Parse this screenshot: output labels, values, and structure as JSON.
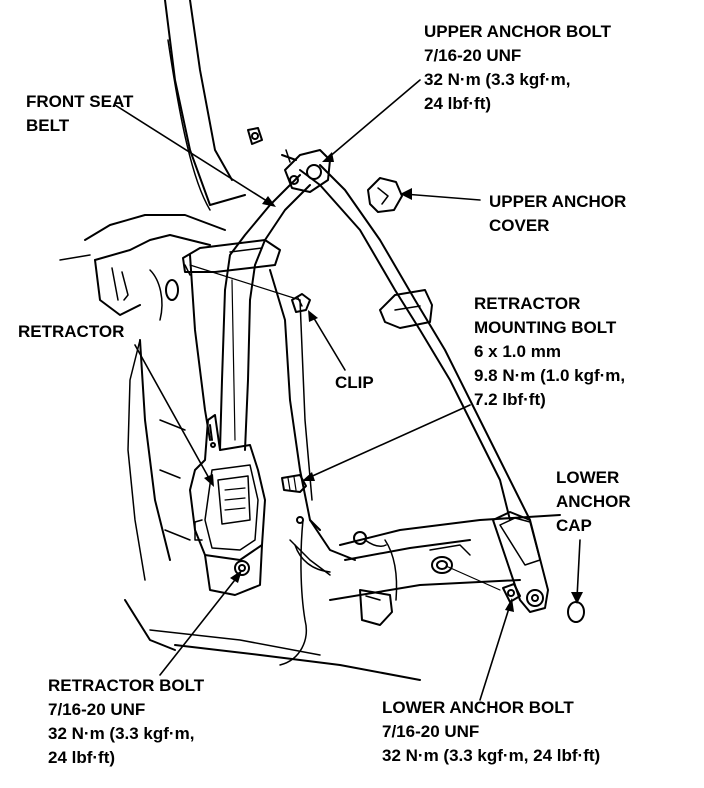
{
  "labels": {
    "upper_anchor_bolt": {
      "lines": [
        "UPPER ANCHOR BOLT",
        "7/16-20 UNF",
        "32 N·m (3.3 kgf·m,",
        "24 lbf·ft)"
      ]
    },
    "front_seat_belt": {
      "lines": [
        "FRONT SEAT",
        "BELT"
      ]
    },
    "upper_anchor_cover": {
      "lines": [
        "UPPER ANCHOR",
        "COVER"
      ]
    },
    "retractor": {
      "lines": [
        "RETRACTOR"
      ]
    },
    "retractor_mounting_bolt": {
      "lines": [
        "RETRACTOR",
        "MOUNTING BOLT",
        "6 x 1.0 mm",
        "9.8 N·m (1.0 kgf·m,",
        "7.2 lbf·ft)"
      ]
    },
    "clip": {
      "lines": [
        "CLIP"
      ]
    },
    "lower_anchor_cap": {
      "lines": [
        "LOWER",
        "ANCHOR",
        "CAP"
      ]
    },
    "retractor_bolt": {
      "lines": [
        "RETRACTOR BOLT",
        "7/16-20 UNF",
        "32 N·m (3.3 kgf·m,",
        "24 lbf·ft)"
      ]
    },
    "lower_anchor_bolt": {
      "lines": [
        "LOWER ANCHOR BOLT",
        "7/16-20 UNF",
        "32 N·m (3.3 kgf·m, 24 lbf·ft)"
      ]
    }
  },
  "colors": {
    "ink": "#000000",
    "paper": "#ffffff"
  }
}
